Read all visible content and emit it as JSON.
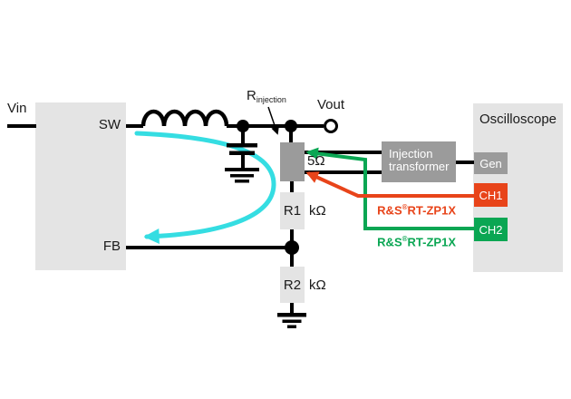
{
  "figure": {
    "regulator": {
      "pin_top": "SW",
      "pin_bottom": "FB"
    },
    "nets": {
      "input": "Vin",
      "output": "Vout"
    },
    "injection_resistor": {
      "label_base": "R",
      "label_sub": "injection",
      "value": "5Ω"
    },
    "resistors": {
      "r1": {
        "name": "R1",
        "value": "kΩ"
      },
      "r2": {
        "name": "R2",
        "value": "kΩ"
      }
    },
    "transformer": {
      "line1": "Injection",
      "line2": "transformer"
    },
    "oscilloscope": {
      "title": "Oscilloscope",
      "ports": {
        "gen": "Gen",
        "ch1": "CH1",
        "ch2": "CH2"
      }
    },
    "probes": {
      "ch1": {
        "brand": "R&S",
        "reg_mark": "®",
        "model": "RT-ZP1X"
      },
      "ch2": {
        "brand": "R&S",
        "reg_mark": "®",
        "model": "RT-ZP1X"
      }
    },
    "colors": {
      "accent_orange": "#e8441a",
      "accent_green": "#0aa653",
      "accent_cyan": "#35dde2",
      "block_light": "#e4e4e4",
      "block_medium": "#9b9b9b",
      "wire_black": "#000000",
      "text_dark": "#1a1a1a"
    }
  }
}
